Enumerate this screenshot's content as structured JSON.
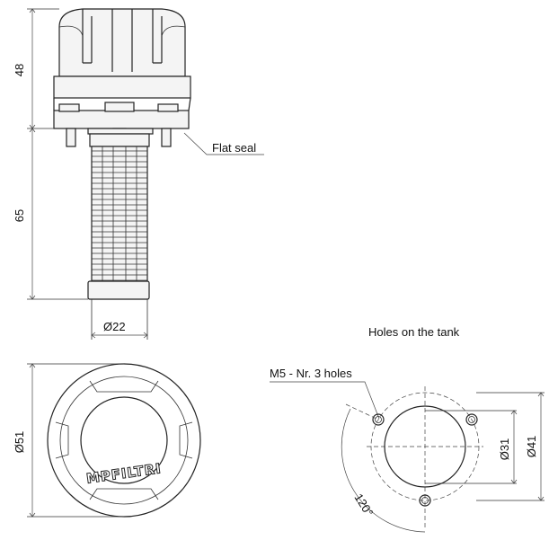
{
  "labels": {
    "dim_height_top": "48",
    "dim_height_bottom": "65",
    "dim_diameter_22": "Ø22",
    "flat_seal": "Flat seal",
    "holes_title": "Holes on the tank",
    "holes_spec": "M5 - Nr. 3 holes",
    "dim_diameter_51": "Ø51",
    "dim_diameter_31": "Ø31",
    "dim_diameter_41": "Ø41",
    "angle": "120°",
    "logo_text": "MPFILTRI"
  },
  "colors": {
    "line": "#222222",
    "background": "#ffffff"
  }
}
